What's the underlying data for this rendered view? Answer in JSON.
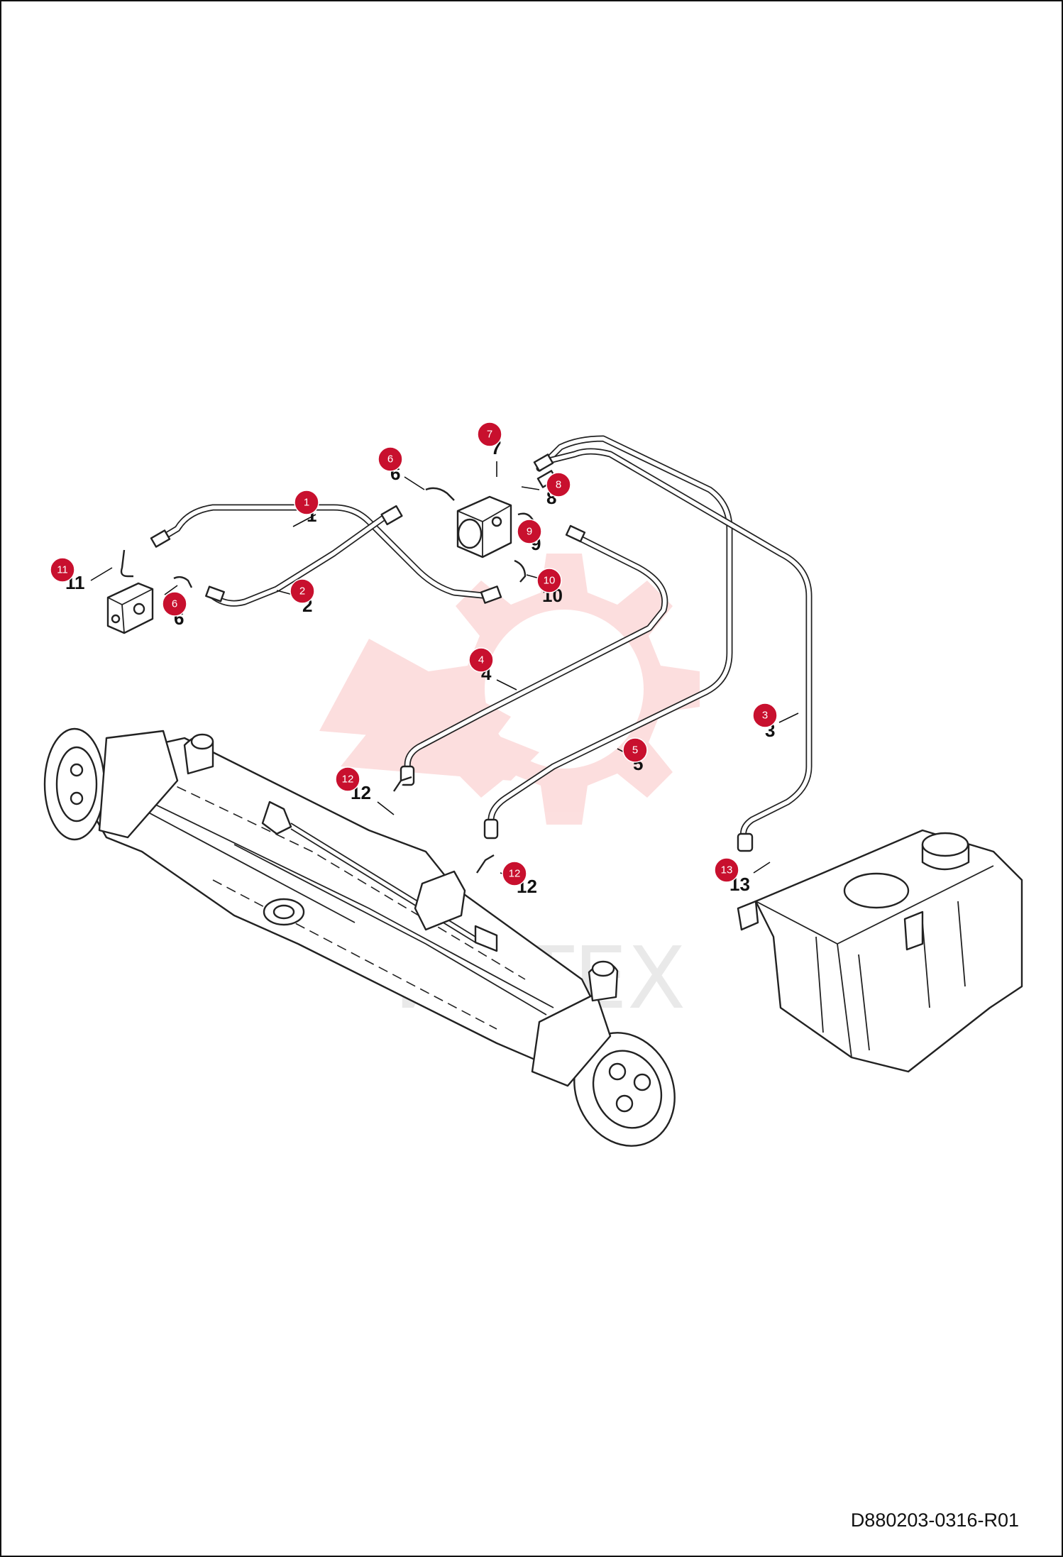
{
  "drawing": {
    "code": "D880203-0316-R01",
    "watermark": "ИНТЕХ",
    "colors": {
      "badge": "#c8102e",
      "line": "#222222",
      "watermark": "#f26d6d"
    }
  },
  "callouts": [
    {
      "badge": "1",
      "label": "1"
    },
    {
      "badge": "2",
      "label": "2"
    },
    {
      "badge": "3",
      "label": "3"
    },
    {
      "badge": "4",
      "label": "4"
    },
    {
      "badge": "5",
      "label": "5"
    },
    {
      "badge": "6",
      "label": "6"
    },
    {
      "badge": "6",
      "label": "6"
    },
    {
      "badge": "7",
      "label": "7"
    },
    {
      "badge": "8",
      "label": "8"
    },
    {
      "badge": "9",
      "label": "9"
    },
    {
      "badge": "10",
      "label": "10"
    },
    {
      "badge": "11",
      "label": "11"
    },
    {
      "badge": "12",
      "label": "12"
    },
    {
      "badge": "12",
      "label": "12"
    },
    {
      "badge": "13",
      "label": "13"
    }
  ]
}
